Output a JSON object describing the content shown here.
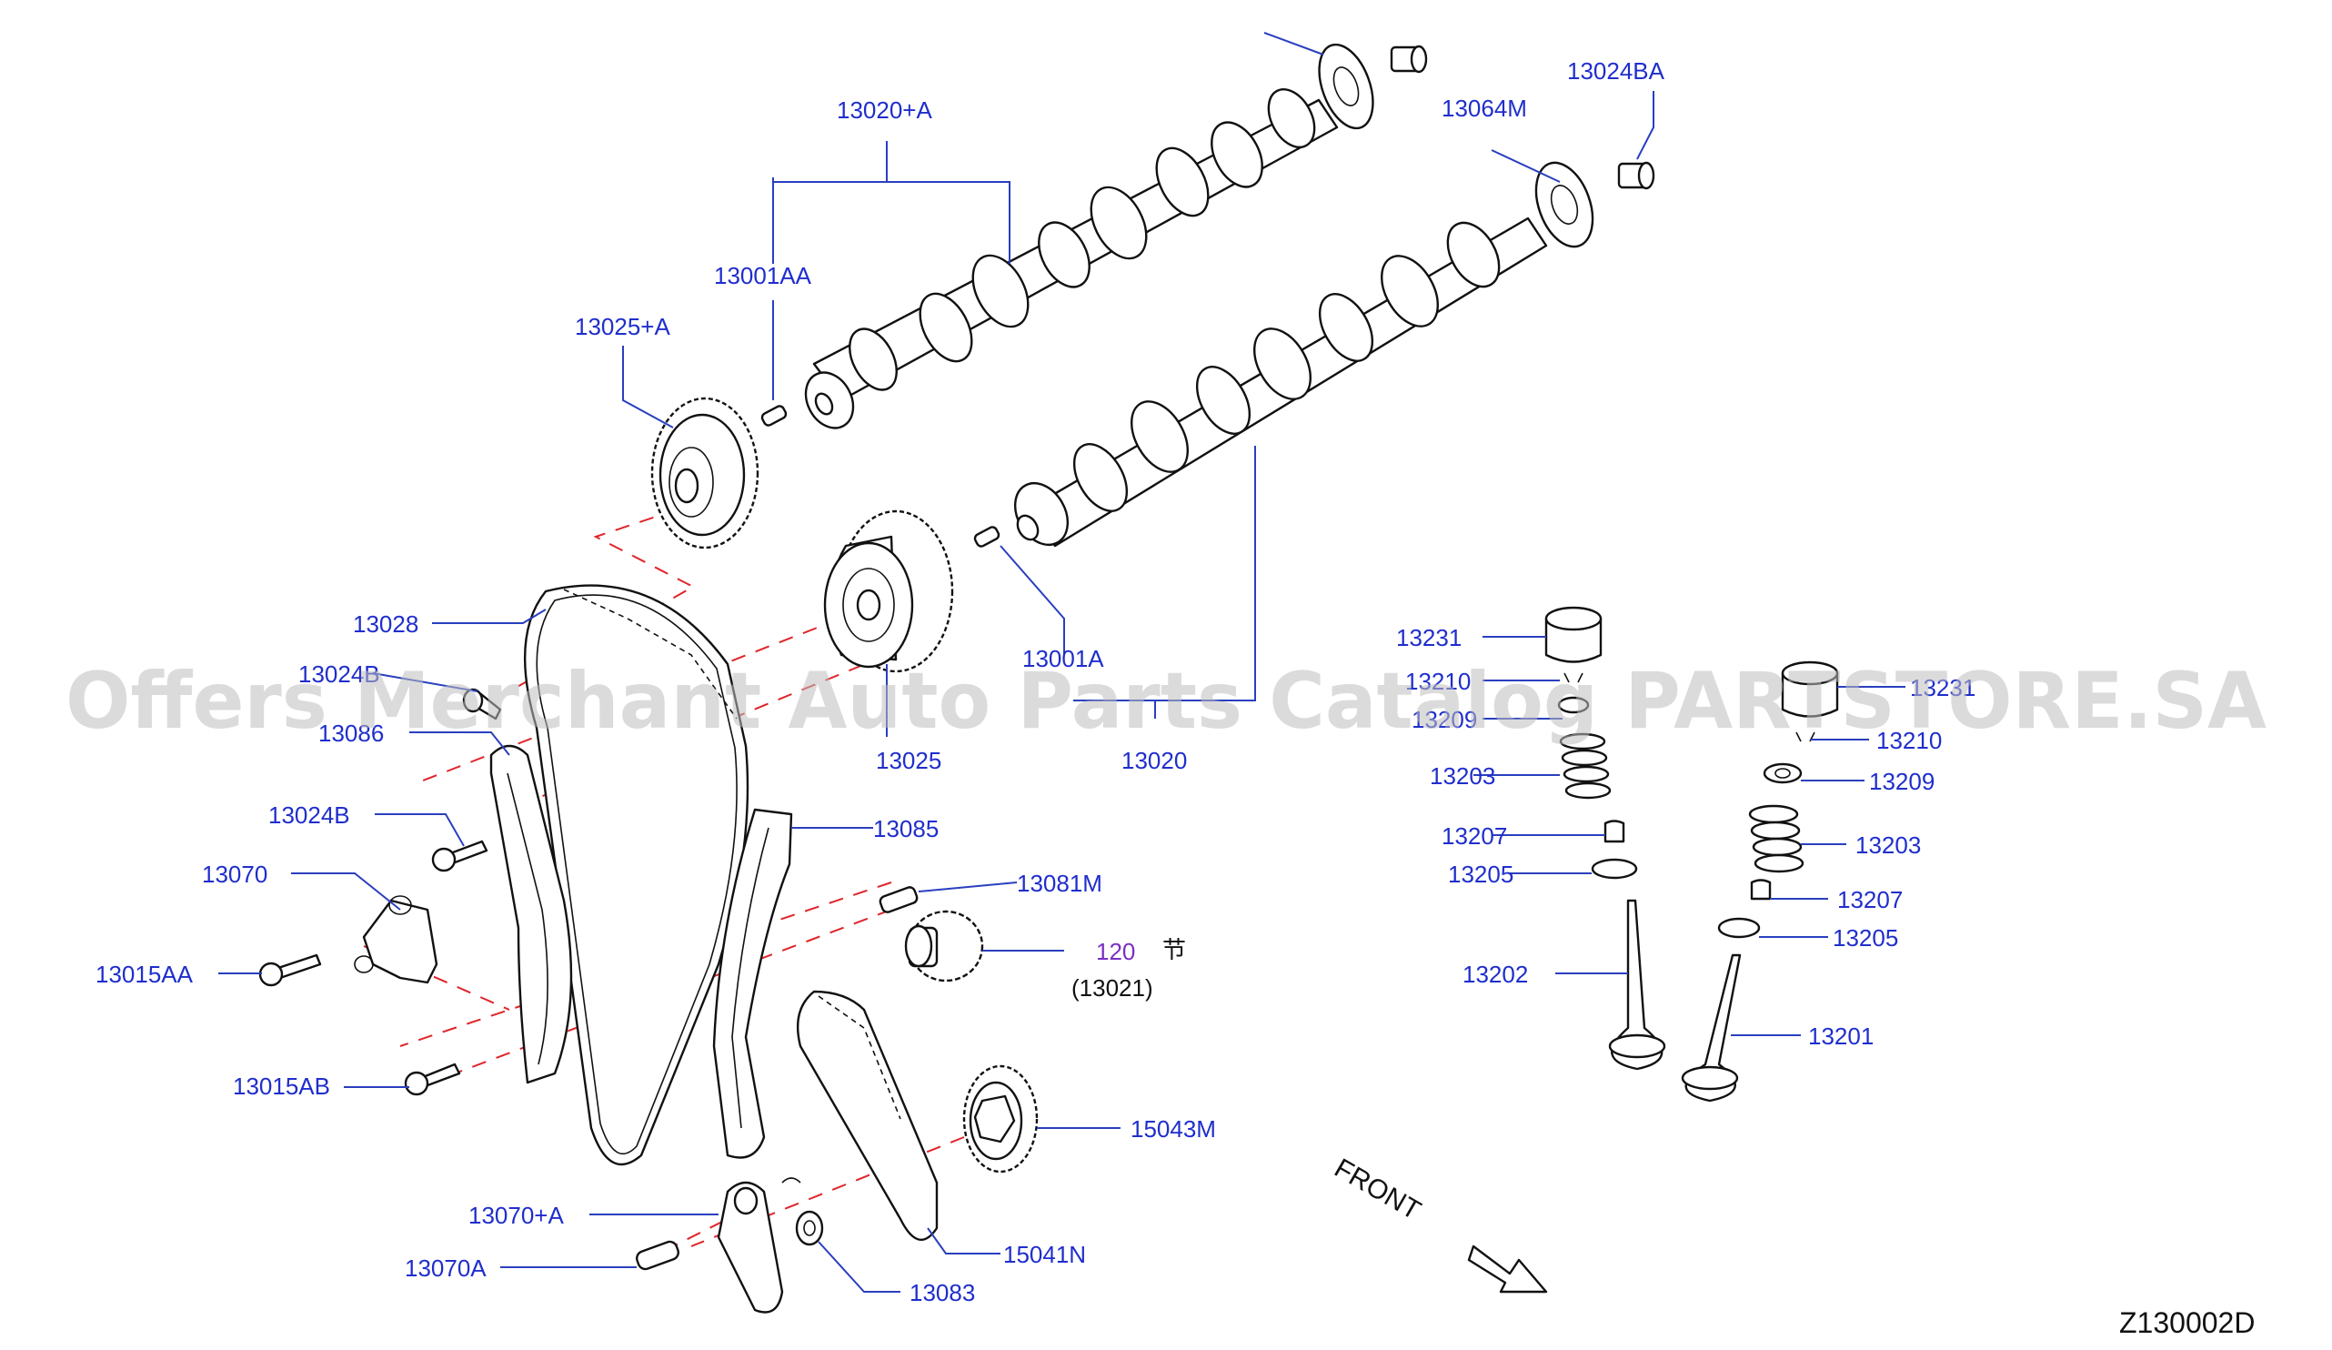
{
  "diagram_code": "Z130002D",
  "watermark": "Offers Merchant Auto Parts Catalog PARTSTORE.SA",
  "front_label": "FRONT",
  "ref_symbol": "节",
  "colors": {
    "label": "#1f2ecc",
    "ref": "#7a2fc4",
    "dashed_line": "#e0242a",
    "drawing": "#111111"
  },
  "labels": [
    "13020+A",
    "13001AA",
    "13025+A",
    "13064M",
    "13024BA",
    "13028",
    "13024B",
    "13086",
    "13001A",
    "13025",
    "13020",
    "13085",
    "13024B",
    "13070",
    "13081M",
    "13015AA",
    "120",
    "(13021)",
    "13015AB",
    "15043M",
    "13070+A",
    "15041N",
    "13070A",
    "13083",
    "13231",
    "13210",
    "13209",
    "13203",
    "13207",
    "13205",
    "13202",
    "13231",
    "13210",
    "13209",
    "13203",
    "13207",
    "13205",
    "13201"
  ]
}
